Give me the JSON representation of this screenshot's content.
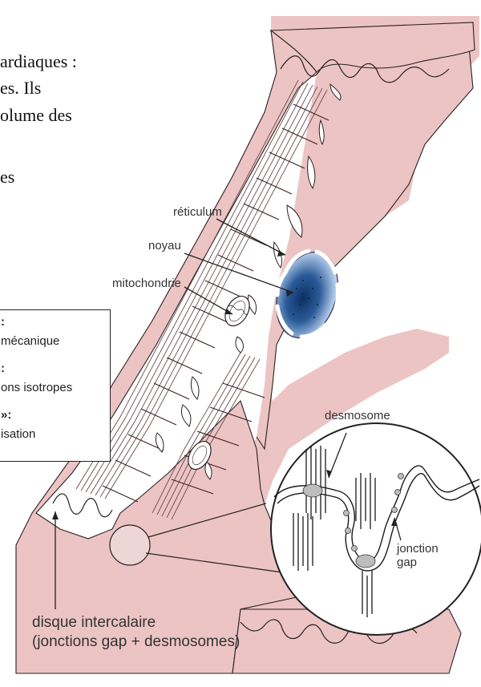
{
  "intro_lines": [
    "ardiaques :",
    "es. Ils",
    "olume des",
    "es"
  ],
  "labels": {
    "reticulum": "réticulum",
    "noyau": "noyau",
    "mitochondrie": "mitochondrie",
    "desmosome": "desmosome",
    "jonction_gap": "jonction\ngap",
    "disque_line1": "disque intercalaire",
    "disque_line2": "(jonctions gap + desmosomes)"
  },
  "legend_box": [
    {
      "text": ":",
      "bold": true
    },
    {
      "text": "mécanique",
      "bold": false
    },
    {
      "text": ":",
      "bold": true
    },
    {
      "text": "ons isotropes",
      "bold": false
    },
    {
      "text": "»:",
      "bold": true
    },
    {
      "text": "isation",
      "bold": false
    }
  ],
  "colors": {
    "cell_fill": "#ecc4c4",
    "cell_stroke": "#222222",
    "nucleus_dark": "#123f7a",
    "nucleus_light": "#cfe0f2"
  }
}
